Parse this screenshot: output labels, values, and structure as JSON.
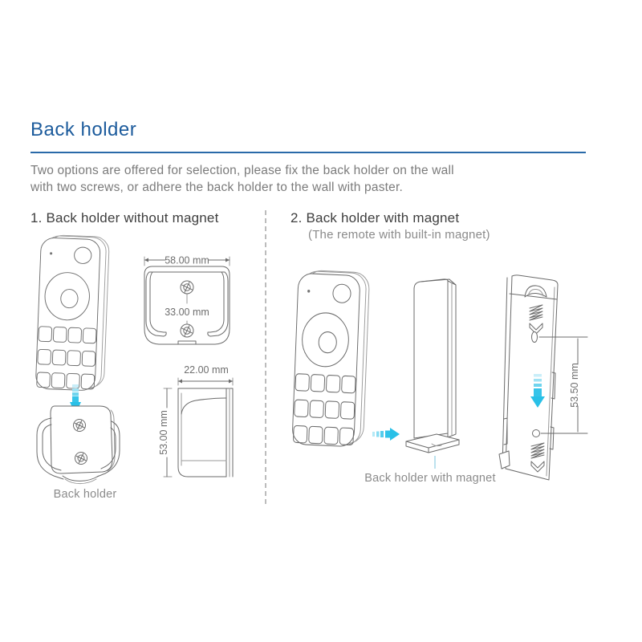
{
  "page": {
    "title": "Back holder",
    "intro_line1": "Two options are offered for selection, please fix the back holder on the wall",
    "intro_line2": "with two screws, or adhere the back holder to the wall with paster."
  },
  "sections": {
    "without_magnet": {
      "heading": "1. Back holder without magnet",
      "holder_label": "Back holder",
      "dims": {
        "width": "58.00 mm",
        "hole_spacing": "33.00 mm",
        "depth": "22.00 mm",
        "height": "53.00 mm"
      }
    },
    "with_magnet": {
      "heading": "2. Back holder with magnet",
      "subheading": "(The remote with built-in magnet)",
      "holder_label": "Back holder with magnet",
      "dims": {
        "hole_spacing": "53.50 mm"
      }
    }
  },
  "colors": {
    "accent_blue": "#1c5b9c",
    "arrow_cyan": "#29c0e7"
  }
}
